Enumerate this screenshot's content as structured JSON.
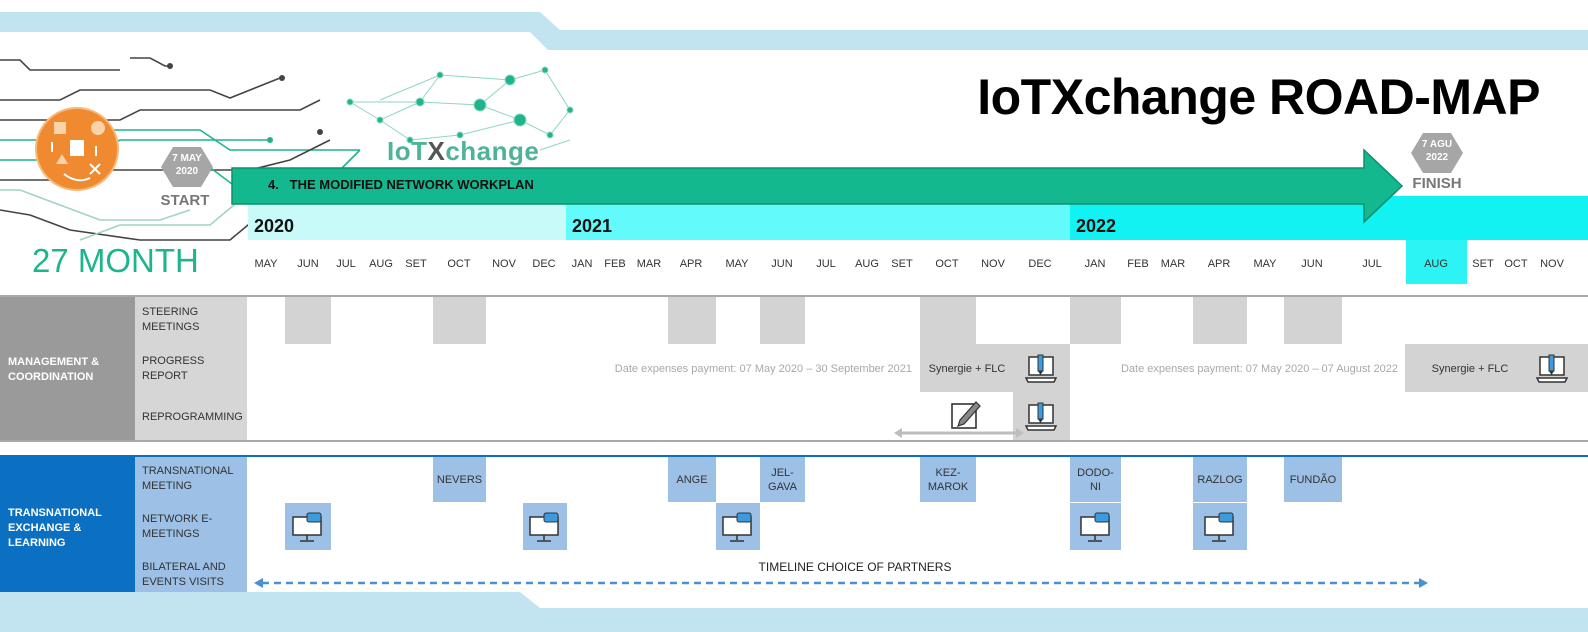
{
  "title": "IoTXchange ROAD-MAP",
  "logo": {
    "part1": "IoT",
    "part2": "X",
    "part3": "change"
  },
  "start": {
    "date_line1": "7 MAY",
    "date_line2": "2020",
    "label": "START"
  },
  "finish": {
    "date_line1": "7 AGU",
    "date_line2": "2022",
    "label": "FINISH"
  },
  "duration": "27 MONTH",
  "workplan_label": "4.   THE MODIFIED NETWORK WORKPLAN",
  "years": [
    "2020",
    "2021",
    "2022"
  ],
  "months": [
    "MAY",
    "JUN",
    "JUL",
    "AUG",
    "SET",
    "OCT",
    "NOV",
    "DEC",
    "JAN",
    "FEB",
    "MAR",
    "APR",
    "MAY",
    "JUN",
    "JUL",
    "AUG",
    "SET",
    "OCT",
    "NOV",
    "DEC",
    "JAN",
    "FEB",
    "MAR",
    "APR",
    "MAY",
    "JUN",
    "JUL",
    "AUG",
    "SET",
    "OCT",
    "NOV"
  ],
  "groups": {
    "management": "MANAGEMENT & COORDINATION",
    "transnational": "TRANSNATIONAL EXCHANGE & LEARNING"
  },
  "rows": {
    "steering": "STEERING MEETINGS",
    "progress": "PROGRESS REPORT",
    "reprogramming": "REPROGRAMMING",
    "tn_meeting": "TRANSNATIONAL MEETING",
    "network_e": "NETWORK E-MEETINGS",
    "bilateral": "BILATERAL AND EVENTS VISITS"
  },
  "progress_notes": {
    "note1": "Date expenses payment: 07 May 2020 – 30 September 2021",
    "flc1": "Synergie + FLC",
    "note2": "Date expenses payment: 07 May 2020 – 07 August 2022",
    "flc2": "Synergie + FLC"
  },
  "meetings": [
    "NEVERS",
    "ANGE",
    "JEL-\nGAVA",
    "KEZ-\nMAROK",
    "DODO-\nNI",
    "RAZLOG",
    "FUNDÃO"
  ],
  "timeline_choice": "TIMELINE CHOICE OF PARTNERS",
  "colors": {
    "green": "#1db48e",
    "cyan": "#2cf4f4",
    "light_cyan": "#b8f8f8",
    "grey_block": "#d3d3d3",
    "blue_block": "#9dc0e6",
    "dark_blue": "#0b6fc2",
    "dark_grey": "#9a9a9a",
    "band": "#c2e4f0",
    "orange": "#f08a30"
  }
}
